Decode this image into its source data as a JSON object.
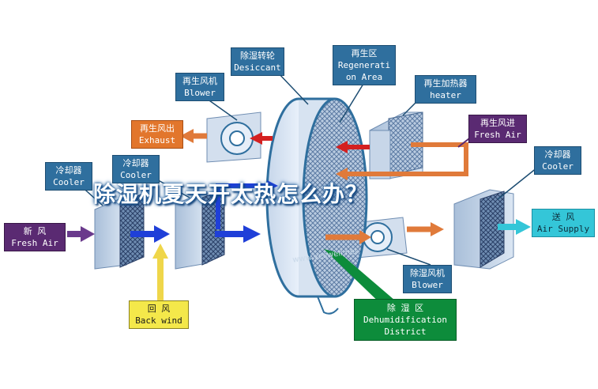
{
  "title": "除湿机夏天开太热怎么办？",
  "watermark": "www.yeswell.net",
  "labels": {
    "desiccant": {
      "zh": "除湿转轮",
      "en": "Desiccant"
    },
    "regeneration_area": {
      "zh": "再生区",
      "en1": "Regenerati",
      "en2": "on Area"
    },
    "regen_blower": {
      "zh": "再生风机",
      "en": "Blower"
    },
    "regen_heater": {
      "zh": "再生加热器",
      "en": "heater"
    },
    "exhaust": {
      "zh": "再生风出",
      "en": "Exhaust"
    },
    "regen_fresh_air": {
      "zh": "再生风进",
      "en": "Fresh Air"
    },
    "cooler_left": {
      "zh": "冷却器",
      "en": "Cooler"
    },
    "cooler_mid": {
      "zh": "冷却器",
      "en": "Cooler"
    },
    "cooler_right": {
      "zh": "冷却器",
      "en": "Cooler"
    },
    "fresh_air": {
      "zh": "新  风",
      "en": "Fresh Air"
    },
    "air_supply": {
      "zh": "送  风",
      "en": "Air Supply"
    },
    "back_wind": {
      "zh": "回    风",
      "en": "Back wind"
    },
    "dehum_blower": {
      "zh": "除湿风机",
      "en": "Blower"
    },
    "dehum_district": {
      "zh": "除   湿   区",
      "en1": "Dehumidification",
      "en2": "District"
    }
  },
  "colors": {
    "blue_label": "#2f6f9e",
    "orange_label": "#e2762c",
    "purple_label": "#5a2a72",
    "cyan_label": "#34c6d8",
    "yellow_label": "#f4e84a",
    "green_label": "#0d8c3b",
    "process_arrow": "#1f3fd8",
    "regen_arrow": "#e07a3a",
    "exhaust_arrow": "#d42020"
  }
}
